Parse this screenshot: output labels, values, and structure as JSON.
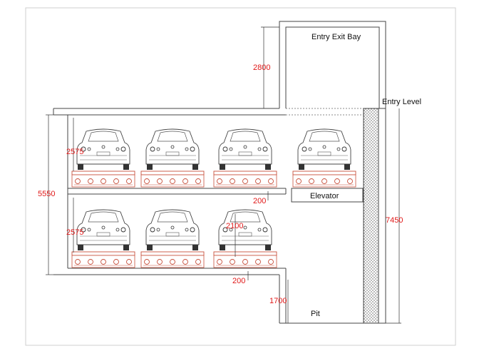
{
  "labels": {
    "entry_exit_bay": "Entry Exit Bay",
    "entry_level": "Entry Level",
    "elevator": "Elevator",
    "pit": "Pit"
  },
  "dimensions": {
    "bay_height": "2800",
    "total_height": "5550",
    "upper_clearance": "2575",
    "lower_clearance": "2575",
    "upper_gap": "200",
    "lower_gap": "200",
    "platform_clearance": "2100",
    "pit_depth": "1700",
    "overall_height": "7450"
  },
  "colors": {
    "dimension": "#e01818",
    "structure": "#444444",
    "platform": "#c8503c",
    "hatch": "#666666"
  }
}
